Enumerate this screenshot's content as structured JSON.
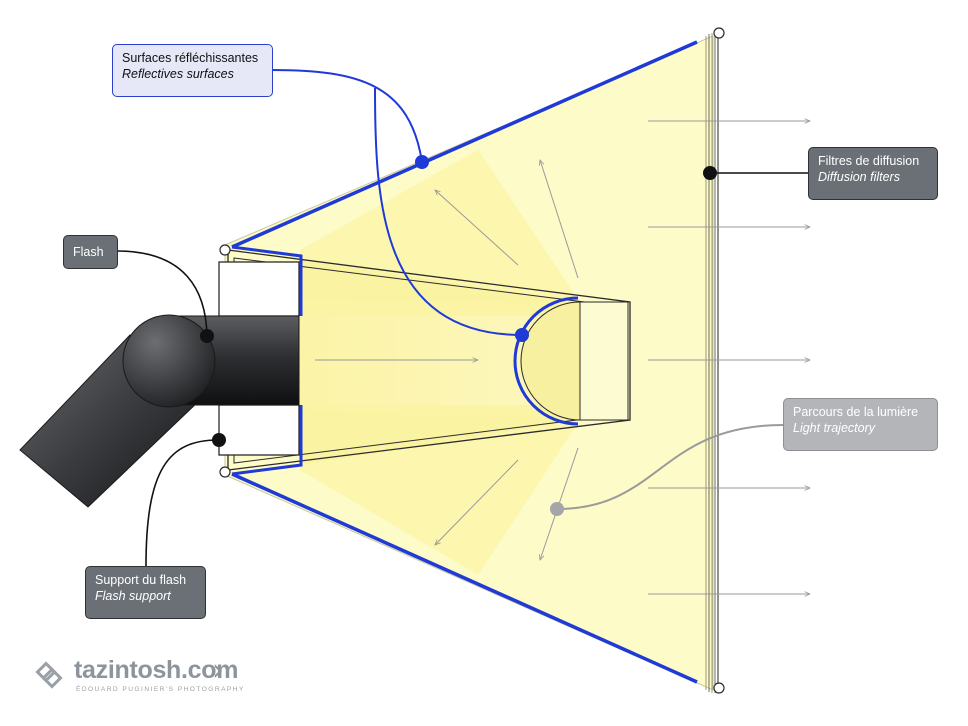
{
  "labels": {
    "reflective": {
      "fr": "Surfaces réfléchissantes",
      "en": "Reflectives surfaces"
    },
    "flash": {
      "fr": "Flash"
    },
    "diffusion": {
      "fr": "Filtres de diffusion",
      "en": "Diffusion filters"
    },
    "trajectory": {
      "fr": "Parcours de la lumière",
      "en": "Light trajectory"
    },
    "support": {
      "fr": "Support du flash",
      "en": "Flash support"
    }
  },
  "logo": {
    "text": "tazintosh.com",
    "tagline": "ÉDOUARD PUGINIER'S PHOTOGRAPHY",
    "arrow": "›"
  },
  "colors": {
    "reflective_blue": "#1f3ad6",
    "light_yellow": "#fdfbc4",
    "beam_yellow": "#faf3a0",
    "callout_dark": "#6b7077",
    "callout_grey": "#b3b5b9",
    "arrow_grey": "#9a9a9a"
  }
}
